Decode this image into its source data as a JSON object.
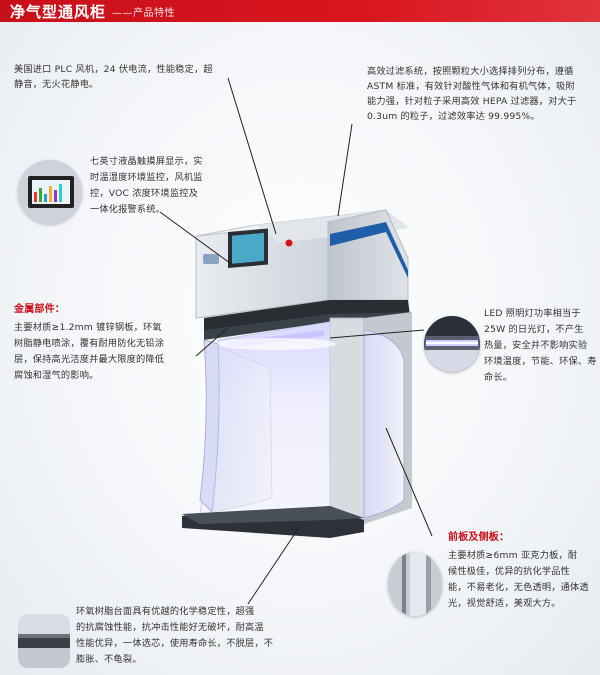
{
  "header": {
    "title": "净气型通风柜",
    "subtitle": "——产品特性"
  },
  "callouts": {
    "plc": {
      "lines": [
        "美国进口 PLC 风机，24 伏电流，性能稳定，超",
        "静音，无火花静电。"
      ]
    },
    "filter": {
      "lines": [
        "高效过滤系统，按照颗粒大小选择排列分布，遵循",
        "ASTM 标准，有效针对酸性气体和有机气体，吸附",
        "能力强，针对粒子采用高效 HEPA 过滤器，对大于",
        "0.3um 的粒子，过滤效率达 99.995%。"
      ]
    },
    "lcd": {
      "lines": [
        "七英寸液晶触摸屏显示，实",
        "时温湿度环境监控，风机监",
        "控，VOC 浓度环境监控及",
        "一体化报警系统。"
      ]
    },
    "metal": {
      "heading": "金属部件：",
      "lines": [
        "主要材质≥1.2mm 镀锌钢板，环氧",
        "树脂静电喷涂，覆有耐用防化无铅涂",
        "层，保持高光洁度并最大限度的降低",
        "腐蚀和湿气的影响。"
      ]
    },
    "led": {
      "lines": [
        "LED 照明灯功率相当于",
        "25W 的日光灯，不产生",
        "热量，安全并不影响实验",
        "环境温度，节能、环保、寿",
        "命长。"
      ]
    },
    "panel": {
      "heading": "前板及侧板：",
      "lines": [
        "主要材质≥6mm 亚克力板，耐",
        "候性极佳，优异的抗化学品性",
        "能，不易老化，无色透明，通体透",
        "光，视觉舒适，美观大方。"
      ]
    },
    "epoxy": {
      "lines": [
        "环氧树脂台面具有优越的化学稳定性，超强",
        "的抗腐蚀性能，抗冲击性能好无破坏，耐高温",
        "性能优异，一体选芯，使用寿命长，不脱层，不",
        "膨胀、不龟裂。"
      ]
    }
  },
  "colors": {
    "header_red": "#c8101a",
    "accent_blue": "#1f5ea8",
    "text": "#333333"
  },
  "icons": {
    "lcd_thumb": "touchscreen-icon",
    "led_thumb": "led-light-icon",
    "panel_thumb": "acrylic-panel-icon",
    "epoxy_thumb": "epoxy-worktop-icon"
  }
}
